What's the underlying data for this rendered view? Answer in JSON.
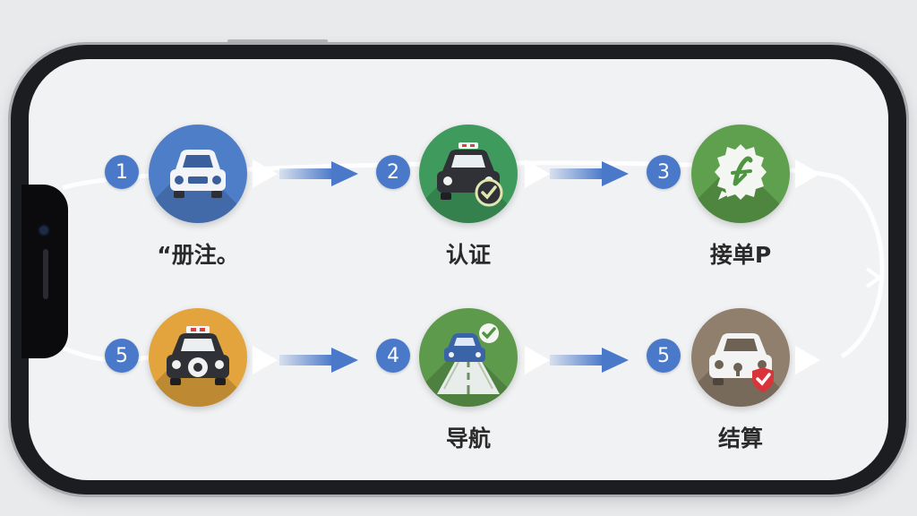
{
  "steps": [
    {
      "number": "1",
      "label": "“册注。",
      "icon": "taxi-front-icon",
      "color": "#4f7ec9"
    },
    {
      "number": "2",
      "label": "认证",
      "icon": "car-verified-icon",
      "color": "#3f9a5e"
    },
    {
      "number": "3",
      "label": "接单P",
      "icon": "gear-badge-icon",
      "color": "#5ea04d"
    },
    {
      "number": "5",
      "label": "",
      "icon": "taxi-steering-icon",
      "color": "#e3a43d"
    },
    {
      "number": "4",
      "label": "导航",
      "icon": "road-navigation-icon",
      "color": "#5e9a4c"
    },
    {
      "number": "5",
      "label": "结算",
      "icon": "car-shield-icon",
      "color": "#8f7f6c"
    }
  ],
  "colors": {
    "badge": "#4a79c9",
    "arrow": "#4a79c9",
    "frame": "#1c1d20"
  }
}
